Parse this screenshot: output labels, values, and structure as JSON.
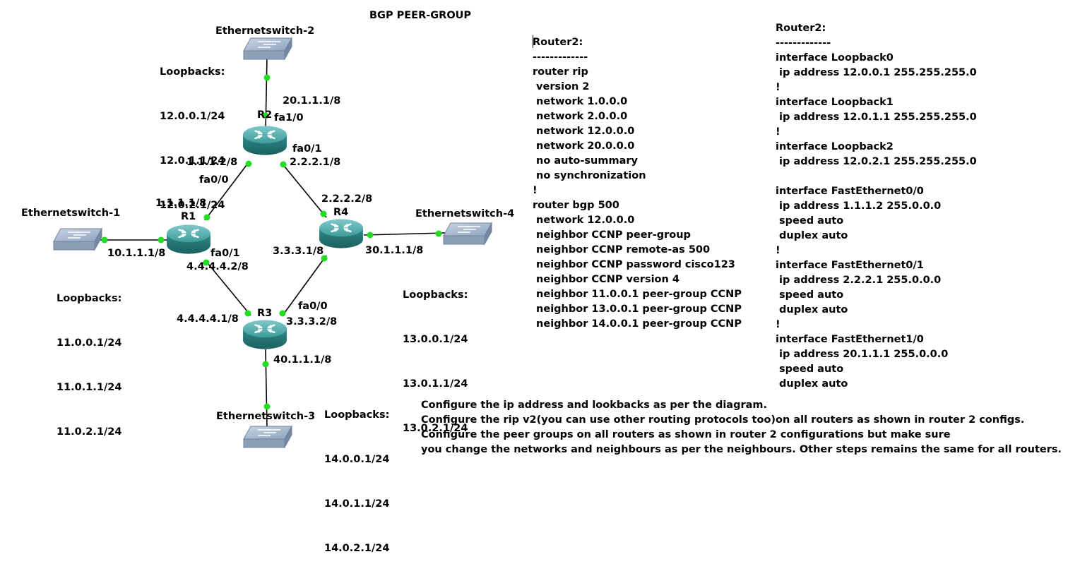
{
  "title": "BGP PEER-GROUP",
  "devices": {
    "switch2": "Ethernetswitch-2",
    "switch1": "Ethernetswitch-1",
    "switch3": "Ethernetswitch-3",
    "switch4": "Ethernetswitch-4",
    "r1": "R1",
    "r2": "R2",
    "r3": "R3",
    "r4": "R4"
  },
  "labels": {
    "r2_f10_ip": "20.1.1.1/8",
    "r2_f10": "fa1/0",
    "r2_f01": "fa0/1",
    "r2_f01_ip": "2.2.2.1/8",
    "r2_f00_ip": "1.1.1.2/8",
    "r2_f00": "fa0/0",
    "r1_up_ip": "1.1.1.1/8",
    "r1_sw_ip": "10.1.1.1/8",
    "r1_f01": "fa0/1",
    "r1_f01_ip": "4.4.4.4.2/8",
    "r4_up_ip": "2.2.2.2/8",
    "r4_sw_ip": "30.1.1.1/8",
    "r4_down_ip": "3.3.3.1/8",
    "r3_left_ip": "4.4.4.4.1/8",
    "r3_f00": "fa0/0",
    "r3_f00_ip": "3.3.3.2/8",
    "r3_sw_ip": "40.1.1.1/8"
  },
  "loopbacks": {
    "r2": {
      "heading": "Loopbacks:",
      "ips": [
        "12.0.0.1/24",
        "12.0.1.1/24",
        "12.0.2.1/24"
      ]
    },
    "r1": {
      "heading": "Loopbacks:",
      "ips": [
        "11.0.0.1/24",
        "11.0.1.1/24",
        "11.0.2.1/24"
      ]
    },
    "r4": {
      "heading": "Loopbacks:",
      "ips": [
        "13.0.0.1/24",
        "13.0.1.1/24",
        "13.0.2.1/24"
      ]
    },
    "r3": {
      "heading": "Loopbacks:",
      "ips": [
        "14.0.0.1/24",
        "14.0.1.1/24",
        "14.0.2.1/24"
      ]
    }
  },
  "config_routing": [
    "Router2:",
    "-------------",
    "router rip",
    " version 2",
    " network 1.0.0.0",
    " network 2.0.0.0",
    " network 12.0.0.0",
    " network 20.0.0.0",
    " no auto-summary",
    " no synchronization",
    "!",
    "router bgp 500",
    " network 12.0.0.0",
    " neighbor CCNP peer-group",
    " neighbor CCNP remote-as 500",
    " neighbor CCNP password cisco123",
    " neighbor CCNP version 4",
    " neighbor 11.0.0.1 peer-group CCNP",
    " neighbor 13.0.0.1 peer-group CCNP",
    " neighbor 14.0.0.1 peer-group CCNP"
  ],
  "config_interfaces": [
    "Router2:",
    "-------------",
    "interface Loopback0",
    " ip address 12.0.0.1 255.255.255.0",
    "!",
    "interface Loopback1",
    " ip address 12.0.1.1 255.255.255.0",
    "!",
    "interface Loopback2",
    " ip address 12.0.2.1 255.255.255.0",
    "",
    "interface FastEthernet0/0",
    " ip address 1.1.1.2 255.0.0.0",
    " speed auto",
    " duplex auto",
    "!",
    "interface FastEthernet0/1",
    " ip address 2.2.2.1 255.0.0.0",
    " speed auto",
    " duplex auto",
    "!",
    "interface FastEthernet1/0",
    " ip address 20.1.1.1 255.0.0.0",
    " speed auto",
    " duplex auto"
  ],
  "instructions": [
    "Configure the ip address and lookbacks as per the diagram.",
    "Configure the rip v2(you can use other routing protocols too)on all routers as shown in router 2 configs.",
    "Configure the peer groups on all routers as shown in router 2 configurations but make sure",
    "you change the networks and neighbours as per the neighbours. Other steps remains the same for all routers."
  ]
}
